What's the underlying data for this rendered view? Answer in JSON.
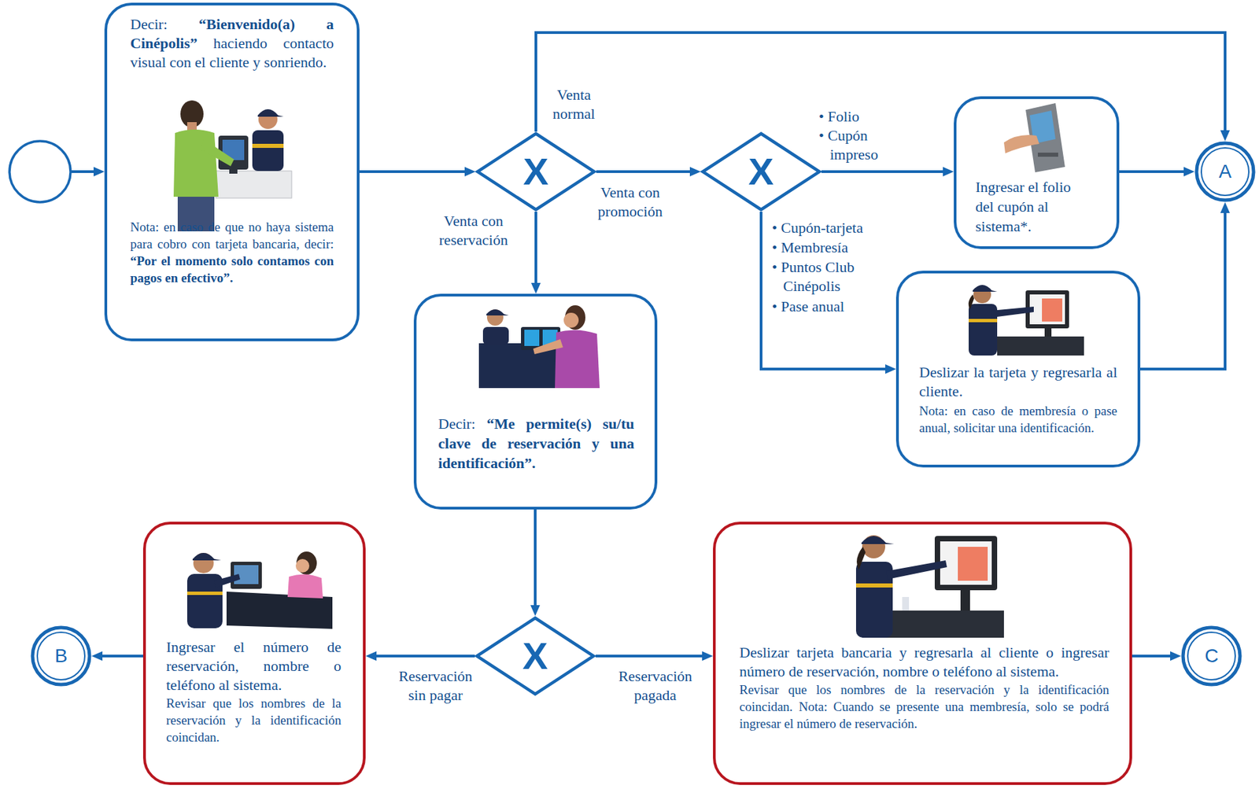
{
  "diagram": {
    "nodes": [
      {
        "text": [
          "Decir:",
          "“Bienvenido(a) a Cinépolis”",
          "haciendo contacto visual con el cliente y sonriendo.",
          "Nota: en caso de que no haya sistema para cobro con tarjeta bancaria, decir:",
          "“Por el momento solo contamos con pagos en efectivo”."
        ]
      },
      {
        "text": [
          "X"
        ]
      },
      {
        "text": [
          "X"
        ]
      },
      {
        "text": [
          "Ingresar el folio del cupón al sistema*."
        ]
      },
      {
        "text": [
          "A"
        ]
      },
      {
        "text": [
          "Deslizar la tarjeta y regresarla al cliente.",
          "Nota: en caso de membresía o pase anual, solicitar una identificación."
        ]
      },
      {
        "text": [
          "Decir:",
          "“Me permite(s) su/tu clave de reservación y una identificación”."
        ]
      },
      {
        "text": [
          "B"
        ]
      },
      {
        "text": [
          "Ingresar el número de reservación, nombre o teléfono al sistema.",
          "Revisar que los nombres de la reservación y la identificación coincidan."
        ]
      },
      {
        "text": [
          "X"
        ]
      },
      {
        "text": [
          "Deslizar tarjeta bancaria y regresarla al cliente o ingresar número de reservación, nombre o teléfono al sistema.",
          "Revisar que los nombres de la reservación y la identificación coincidan.",
          "Nota: Cuando se presente una membresía, solo se podrá ingresar el número de reservación."
        ]
      },
      {
        "text": [
          "C"
        ]
      }
    ],
    "edges": [
      {
        "from": 0,
        "to": 1,
        "arrow": "to"
      },
      {
        "from": 1,
        "to": 4,
        "label": "Venta normal",
        "arrow": "to"
      },
      {
        "from": 1,
        "to": 2,
        "label": "Venta con promoción",
        "arrow": "to"
      },
      {
        "from": 1,
        "to": 6,
        "label": "Venta con reservación",
        "arrow": "to"
      },
      {
        "from": 2,
        "to": 3,
        "arrow": "to"
      },
      {
        "from": 2,
        "to": 5,
        "arrow": "to"
      },
      {
        "from": 3,
        "to": 4,
        "arrow": "to"
      },
      {
        "from": 5,
        "to": 4,
        "arrow": "to"
      },
      {
        "from": 6,
        "to": 9,
        "arrow": "to"
      },
      {
        "from": 9,
        "to": 8,
        "label": "Reservación sin pagar",
        "arrow": "to"
      },
      {
        "from": 9,
        "to": 10,
        "label": "Reservación pagada",
        "arrow": "to"
      },
      {
        "from": 8,
        "to": 7,
        "arrow": "to"
      },
      {
        "from": 10,
        "to": 11,
        "arrow": "to"
      }
    ],
    "labels": [
      "• Folio",
      "• Cupón impreso",
      "• Cupón-tarjeta",
      "• Membresía",
      "• Puntos Club Cinépolis",
      "• Pase anual"
    ]
  }
}
